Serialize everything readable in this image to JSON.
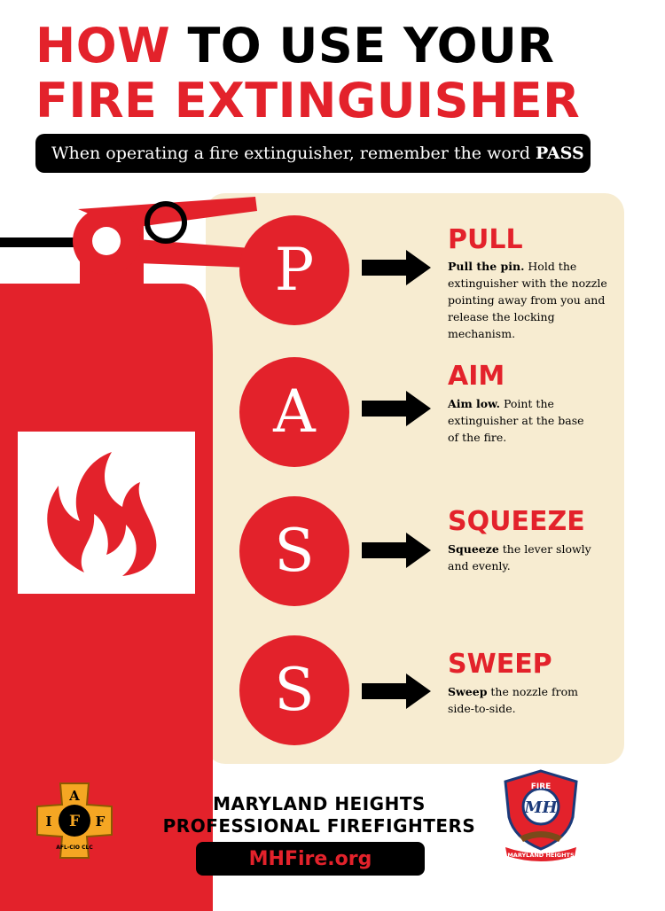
{
  "title": {
    "line1_red": "HOW",
    "line1_black": " TO USE YOUR",
    "line2": "FIRE EXTINGUISHER"
  },
  "subtitle": {
    "text": "When operating a fire extinguisher, remember the word",
    "emphasis": "PASS"
  },
  "steps": [
    {
      "letter": "P",
      "title": "PULL",
      "bold": "Pull the pin.",
      "text": " Hold the extinguisher with the nozzle pointing away from you and release the locking mechanism."
    },
    {
      "letter": "A",
      "title": "AIM",
      "bold": "Aim low.",
      "text": " Point the extinguisher at the base of the fire."
    },
    {
      "letter": "S",
      "title": "SQUEEZE",
      "bold": "Squeeze",
      "text": " the lever slowly and evenly."
    },
    {
      "letter": "S",
      "title": "SWEEP",
      "bold": "Sweep",
      "text": " the nozzle from side-to-side."
    }
  ],
  "footer": {
    "line1": "MARYLAND HEIGHTS",
    "line2": "PROFESSIONAL FIREFIGHTERS",
    "url": "MHFire.org"
  },
  "logos": {
    "iaff_letters": [
      "A",
      "I",
      "F",
      "F"
    ],
    "iaff_sub": "AFL-CIO CLC",
    "mh_top": "FIRE",
    "mh_mid": "MH",
    "mh_bottom": "MARYLAND HEIGHTS"
  },
  "colors": {
    "red": "#e3222b",
    "black": "#000000",
    "cream": "#f7ecd1",
    "white": "#ffffff"
  }
}
